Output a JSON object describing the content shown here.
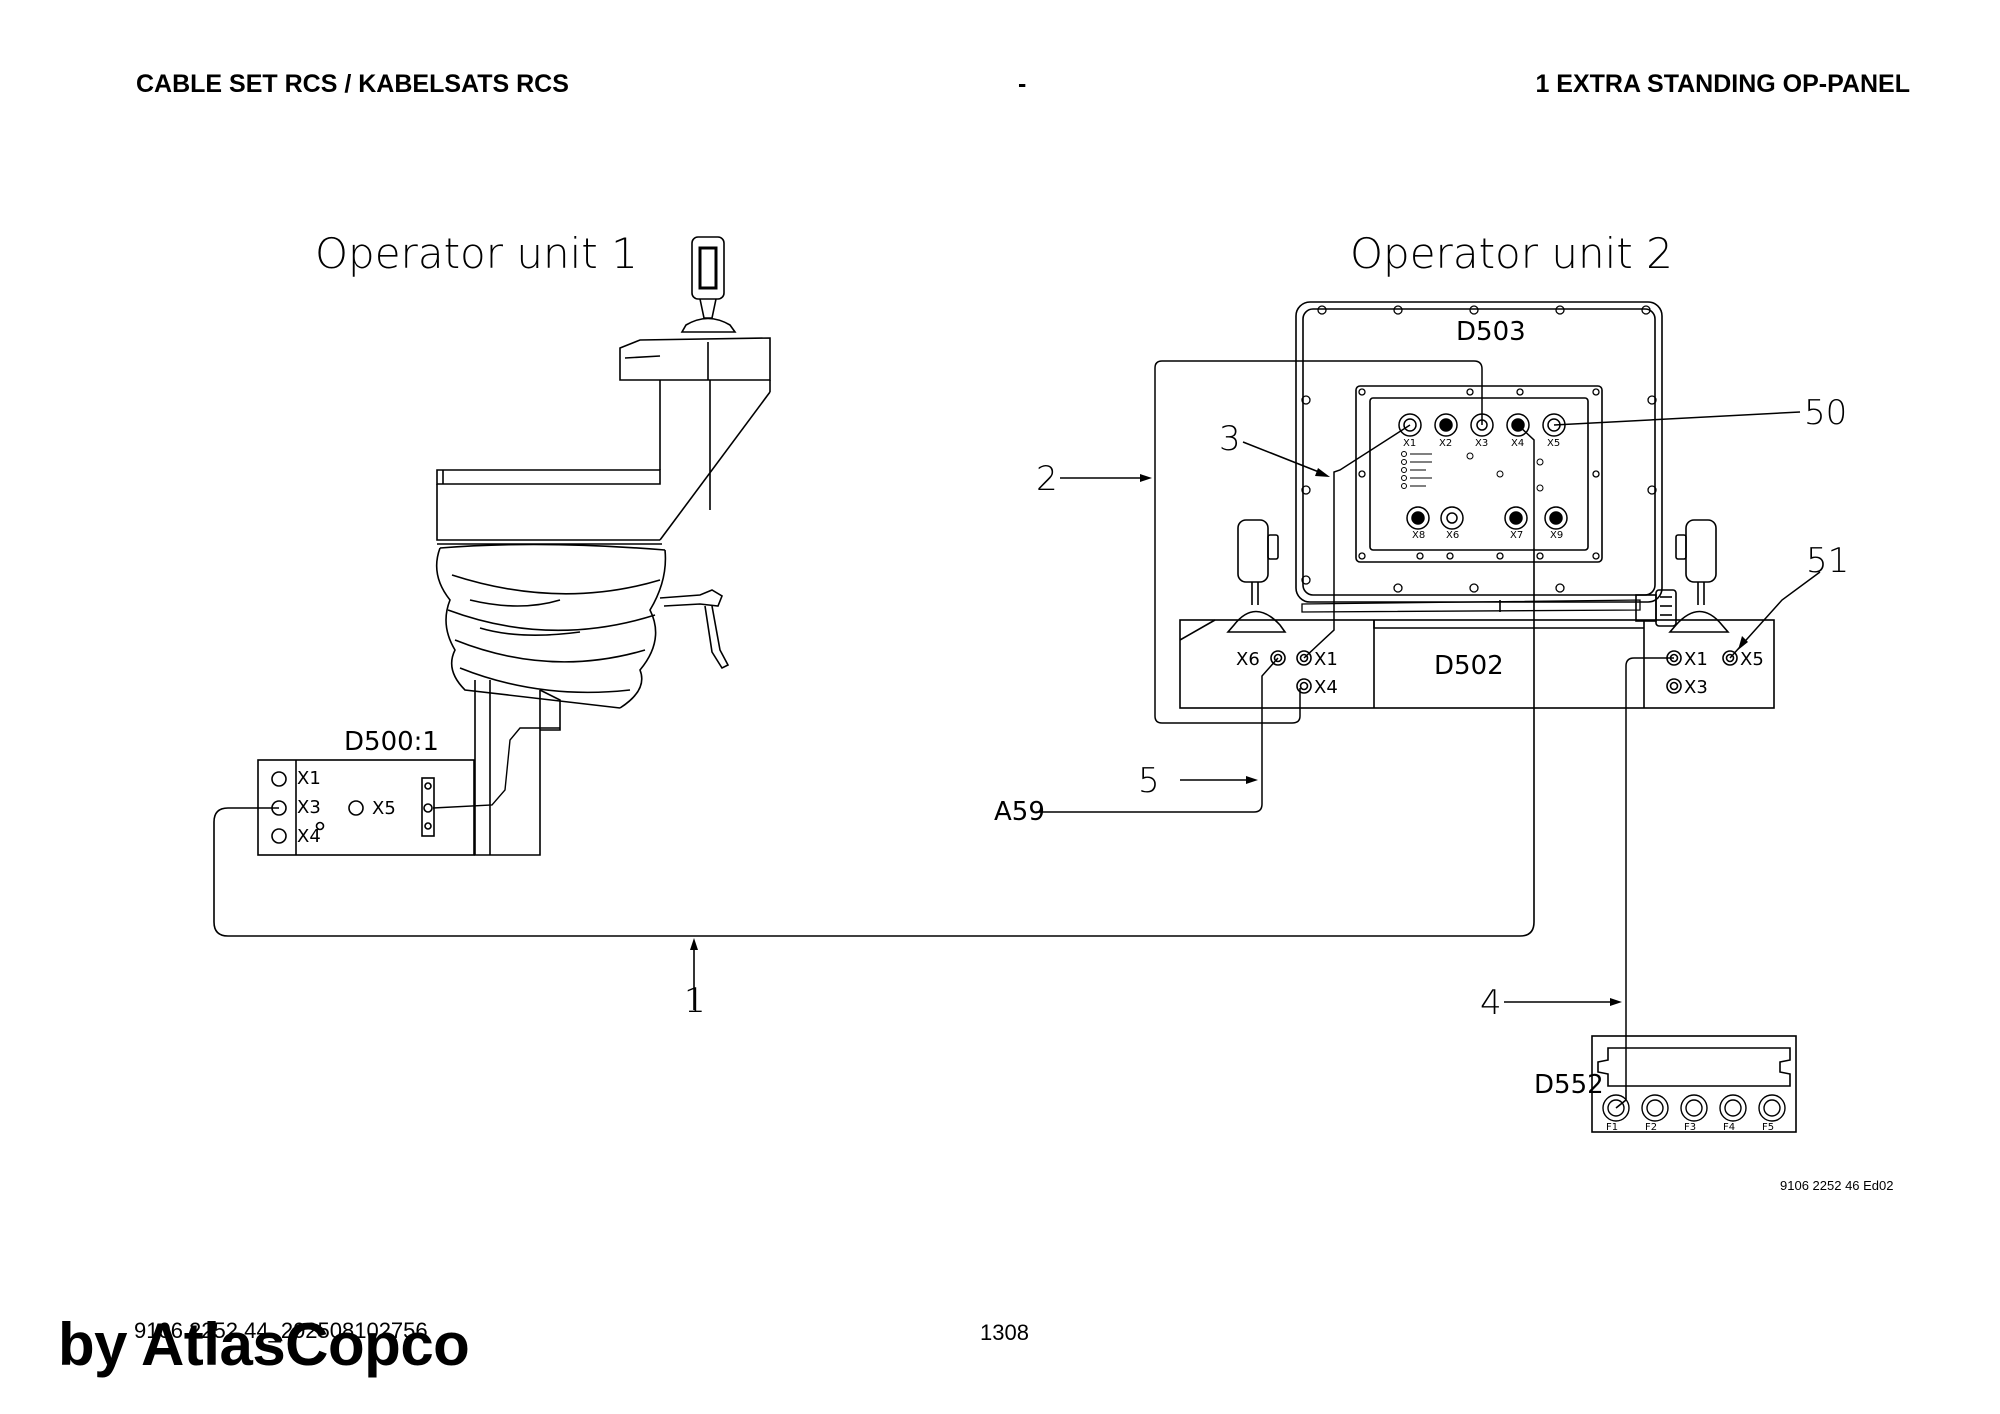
{
  "header": {
    "left": "CABLE SET RCS / KABELSATS RCS",
    "middle": "-",
    "right": "1 EXTRA STANDING OP-PANEL"
  },
  "diagram": {
    "operator_unit_1": "Operator unit 1",
    "operator_unit_2": "Operator unit 2",
    "d503": "D503",
    "d502": "D502",
    "d500": "D500:1",
    "d552": "D552",
    "a59": "A59",
    "callouts": {
      "c1": "1",
      "c2": "2",
      "c3": "3",
      "c4": "4",
      "c5": "5",
      "c50": "50",
      "c51": "51"
    },
    "d500_ports": {
      "x1": "X1",
      "x3": "X3",
      "x4": "X4",
      "x5": "X5"
    },
    "d502_left_ports": {
      "x6": "X6",
      "x1": "X1",
      "x4": "X4"
    },
    "d502_right_ports": {
      "x1": "X1",
      "x5": "X5",
      "x3": "X3"
    },
    "d503_top_ports": [
      "X1",
      "X2",
      "X3",
      "X4",
      "X5"
    ],
    "d503_bottom_ports": [
      "X8",
      "X6",
      "X7",
      "X9"
    ],
    "d552_ports": [
      "F1",
      "F2",
      "F3",
      "F4",
      "F5"
    ]
  },
  "footer": {
    "doc_id": "9106 2252 46 Ed02",
    "code": "9106 2252 44_202508102756",
    "page": "1308",
    "brand": "by AtlasCopco"
  }
}
